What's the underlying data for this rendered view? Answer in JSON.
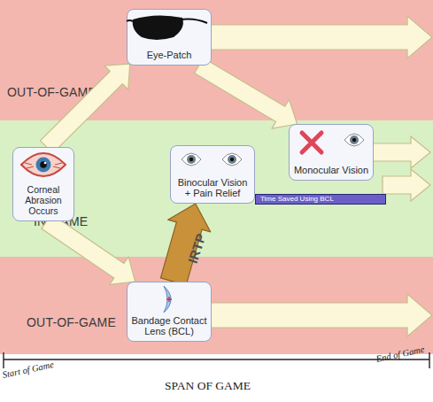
{
  "diagram": {
    "nodes": [
      {
        "text": [
          "OUT-OF-GAME"
        ]
      },
      {
        "text": [
          "Eye-Patch"
        ],
        "in": 0
      },
      {
        "text": [
          "IN-GAME"
        ]
      },
      {
        "text": [
          "Corneal Abrasion Occurs"
        ],
        "in": 2
      },
      {
        "text": [
          "Binocular Vision + Pain Relief"
        ],
        "in": 2
      },
      {
        "text": [
          "Monocular Vision"
        ],
        "in": 2
      },
      {
        "text": [
          "Time Saved Using BCL"
        ],
        "in": 2
      },
      {
        "text": [
          "OUT-OF-GAME"
        ]
      },
      {
        "text": [
          "Bandage Contact Lens (BCL)"
        ],
        "in": 7
      }
    ],
    "edges": [
      {
        "from": 3,
        "to": 1,
        "arrow": "to"
      },
      {
        "from": 3,
        "to": 8,
        "arrow": "to"
      },
      {
        "from": 1,
        "to": 5,
        "arrow": "to"
      },
      {
        "from": 8,
        "to": 4,
        "label": "IRTP",
        "arrow": "to"
      }
    ],
    "labels": [
      "Start of Game",
      "End of Game",
      "SPAN OF GAME"
    ]
  }
}
